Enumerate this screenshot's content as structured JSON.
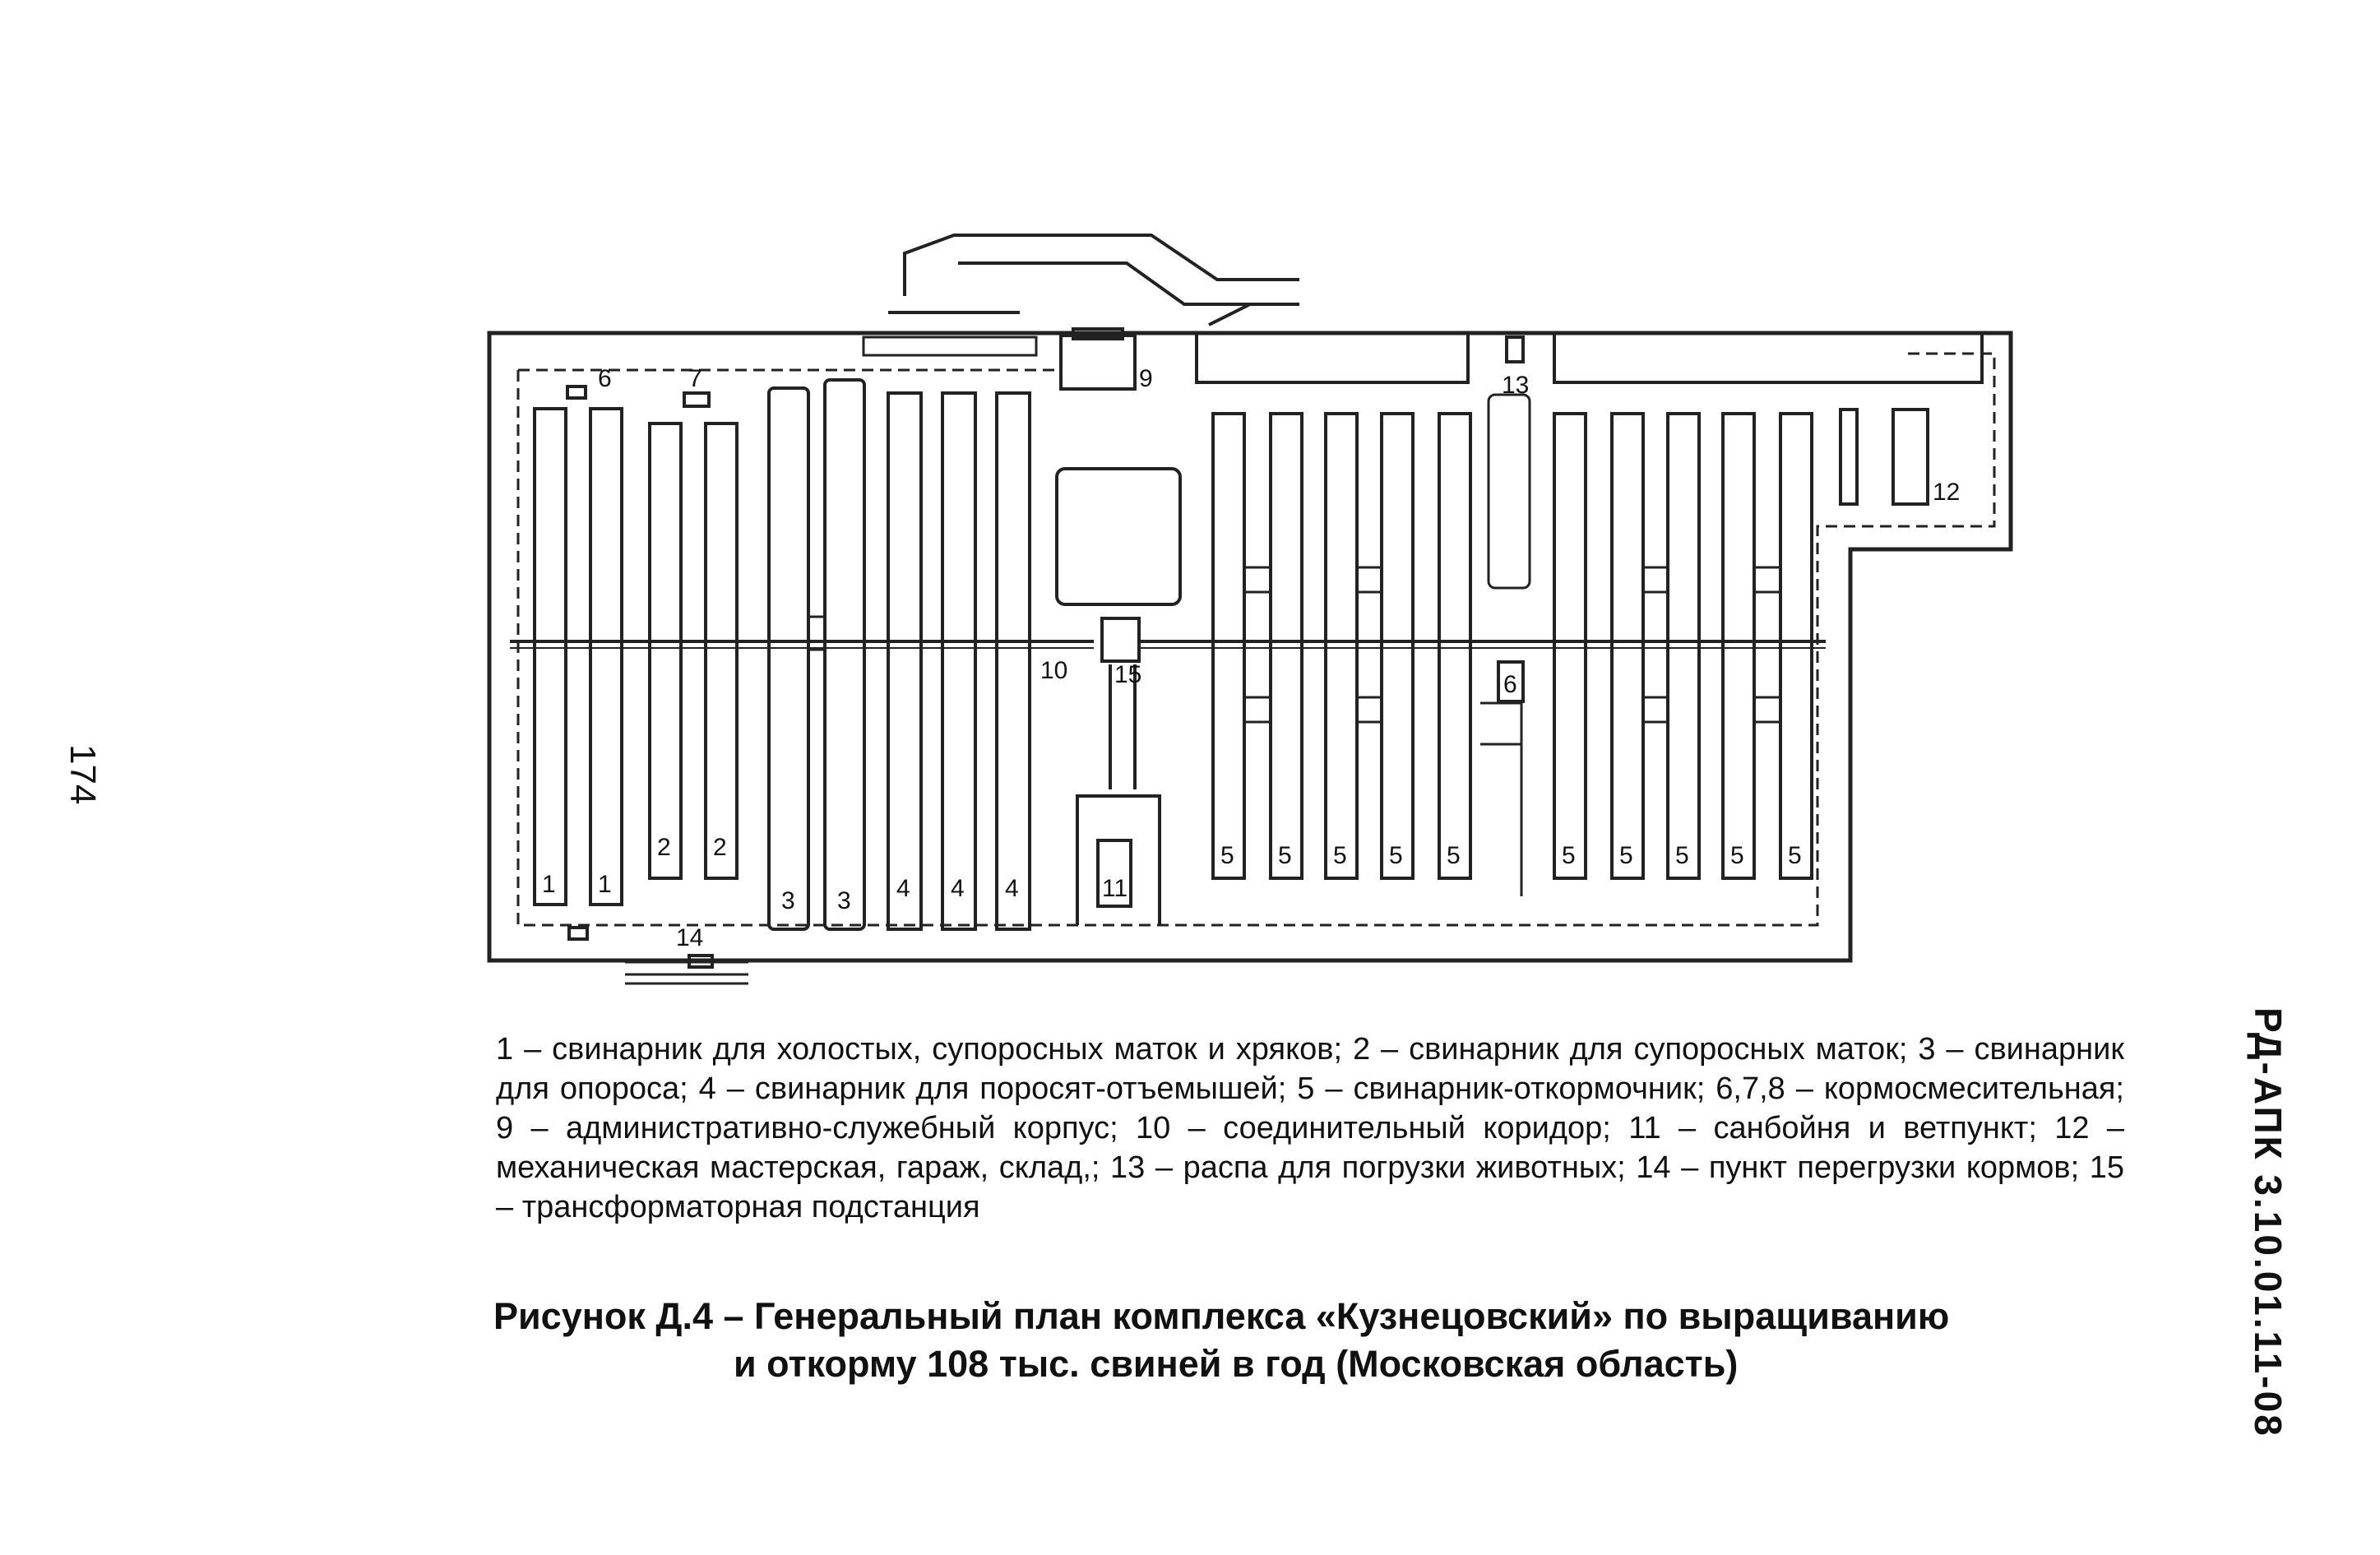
{
  "page": {
    "number": "174",
    "doc_code": "РД-АПК 3.10.01.11-08"
  },
  "plan": {
    "labels": {
      "n1": "1",
      "n2": "2",
      "n3": "3",
      "n4": "4",
      "n5": "5",
      "n6": "6",
      "n7": "7",
      "n9": "9",
      "n10": "10",
      "n11": "11",
      "n12": "12",
      "n13": "13",
      "n14": "14",
      "n15": "15"
    }
  },
  "legend": {
    "text": "1 – свинарник для холостых, супоросных маток и хряков; 2 – свинарник для супоросных маток; 3 – свинарник для опороса; 4 – свинарник для поросят-отъемышей; 5 – свинарник-откормочник; 6,7,8 – кормосмесительная; 9 – административно-служебный корпус; 10 – соединительный коридор; 11 – санбойня и ветпункт; 12 – механическая мастерская, гараж, склад,; 13 – распа для погрузки животных; 14 – пункт перегрузки кормов; 15 – трансформаторная подстанция"
  },
  "caption": {
    "line1": "Рисунок Д.4 – Генеральный план комплекса «Кузнецовский» по выращиванию",
    "line2": "и откорму 108 тыс. свиней в год (Московская область)"
  }
}
